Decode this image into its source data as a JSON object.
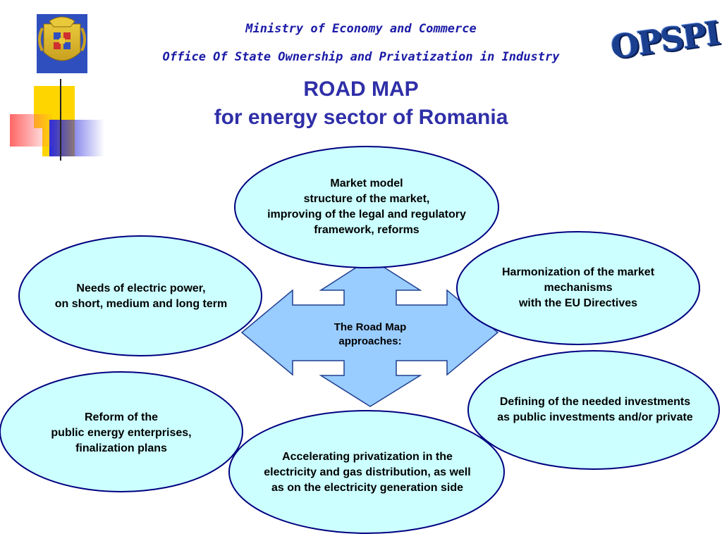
{
  "header": {
    "line1": "Ministry of Economy and Commerce",
    "line2": "Office Of State Ownership and Privatization in Industry"
  },
  "title": {
    "line1": "ROAD MAP",
    "line2": "for energy sector of Romania"
  },
  "logo": {
    "text": "OPSPI"
  },
  "center": {
    "line1": "The Road Map",
    "line2": "approaches:"
  },
  "boxes": {
    "market_model": {
      "l1": "Market model",
      "l2": "structure of the market,",
      "l3": "improving of the legal and regulatory",
      "l4": "framework, reforms"
    },
    "needs": {
      "l1": "Needs of electric power,",
      "l2": "on short, medium and long term"
    },
    "harmonization": {
      "l1": "Harmonization of the market",
      "l2": "mechanisms",
      "l3": "with the EU Directives"
    },
    "investments": {
      "l1": "Defining of the needed investments",
      "l2": "as public investments and/or private"
    },
    "reform": {
      "l1": "Reform of the",
      "l2": "public energy enterprises,",
      "l3": "finalization plans"
    },
    "privatization": {
      "l1": "Accelerating privatization in the",
      "l2": "electricity and gas distribution, as well",
      "l3": "as on the electricity generation side"
    }
  },
  "colors": {
    "ellipse_fill": "#ccffff",
    "ellipse_stroke": "#000080",
    "arrow_fill": "#99ccff",
    "arrow_stroke": "#1f3f8f",
    "header_text": "#1a1aa6",
    "title_text": "#2f2fa8"
  },
  "icons": {
    "coat_of_arms": "romania-coat-of-arms",
    "decor": "color-squares-decoration"
  }
}
